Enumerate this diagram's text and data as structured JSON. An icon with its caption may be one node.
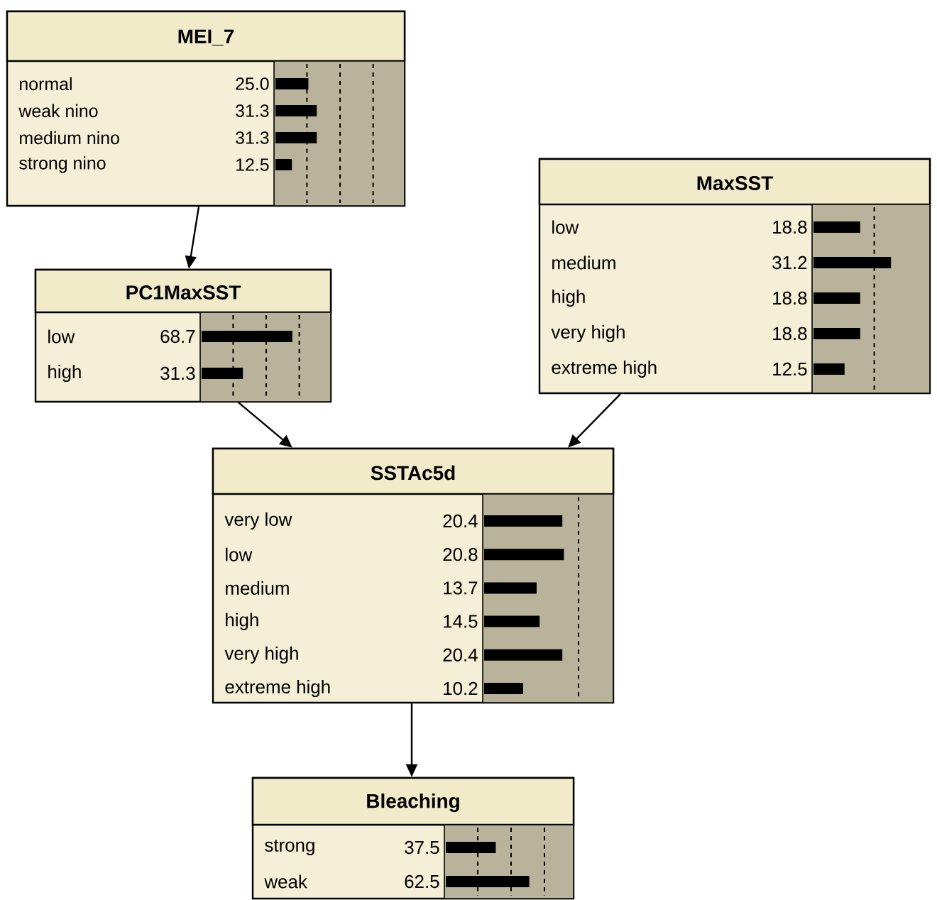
{
  "diagram": {
    "nodes": [
      {
        "text": [
          "MEI_7",
          "normal",
          "25.0",
          "weak nino",
          "31.3",
          "medium nino",
          "31.3",
          "strong nino",
          "12.5"
        ]
      },
      {
        "text": [
          "PC1MaxSST",
          "low",
          "68.7",
          "high",
          "31.3"
        ]
      },
      {
        "text": [
          "MaxSST",
          "low",
          "18.8",
          "medium",
          "31.2",
          "high",
          "18.8",
          "very high",
          "18.8",
          "extreme high",
          "12.5"
        ]
      },
      {
        "text": [
          "SSTAc5d",
          "very low",
          "20.4",
          "low",
          "20.8",
          "medium",
          "13.7",
          "high",
          "14.5",
          "very high",
          "20.4",
          "extreme high",
          "10.2"
        ]
      },
      {
        "text": [
          "Bleaching",
          "strong",
          "37.5",
          "weak",
          "62.5"
        ]
      }
    ],
    "edges": [
      {
        "from": 0,
        "to": 1,
        "arrow": "to"
      },
      {
        "from": 1,
        "to": 3,
        "arrow": "to"
      },
      {
        "from": 2,
        "to": 3,
        "arrow": "to"
      },
      {
        "from": 3,
        "to": 4,
        "arrow": "to"
      }
    ]
  }
}
